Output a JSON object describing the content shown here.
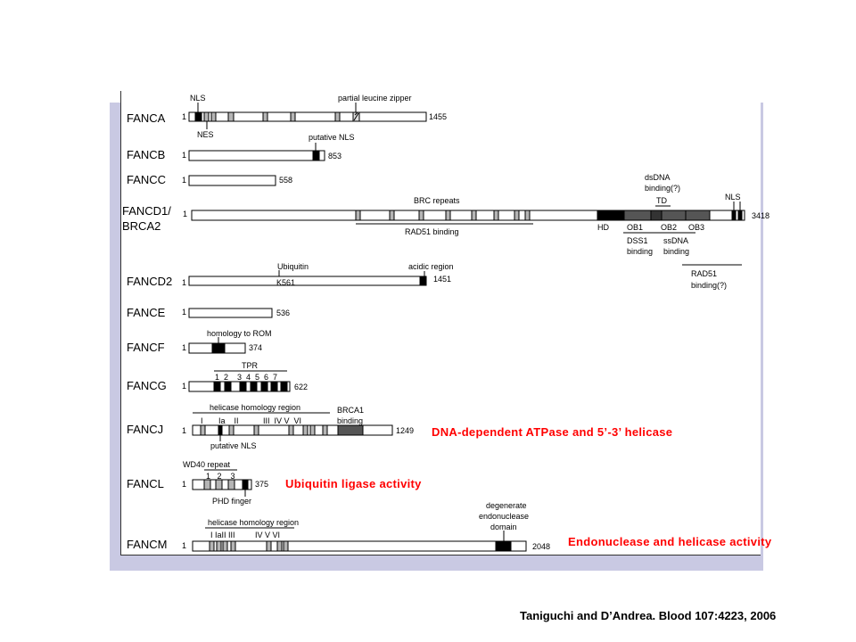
{
  "proteins": [
    {
      "id": "fanca",
      "name": "FANCA",
      "start_label": "1",
      "end_label": "1455",
      "annotations": [
        {
          "id": "nls",
          "text": "NLS"
        },
        {
          "id": "nes",
          "text": "NES"
        },
        {
          "id": "zipper",
          "text": "partial leucine zipper"
        }
      ]
    },
    {
      "id": "fancb",
      "name": "FANCB",
      "start_label": "1",
      "end_label": "853",
      "annotations": [
        {
          "id": "putative-nls",
          "text": "putative NLS"
        }
      ]
    },
    {
      "id": "fancc",
      "name": "FANCC",
      "start_label": "1",
      "end_label": "558",
      "annotations": []
    },
    {
      "id": "fancd1",
      "name_line1": "FANCD1/",
      "name_line2": "BRCA2",
      "start_label": "1",
      "end_label": "3418",
      "annotations": [
        {
          "id": "brc",
          "text": "BRC repeats"
        },
        {
          "id": "rad51",
          "text": "RAD51 binding"
        },
        {
          "id": "dsdna1",
          "text": "dsDNA"
        },
        {
          "id": "dsdna2",
          "text": "binding(?)"
        },
        {
          "id": "td",
          "text": "TD"
        },
        {
          "id": "nls",
          "text": "NLS"
        },
        {
          "id": "hd",
          "text": "HD"
        },
        {
          "id": "ob1",
          "text": "OB1"
        },
        {
          "id": "ob2",
          "text": "OB2"
        },
        {
          "id": "ob3",
          "text": "OB3"
        },
        {
          "id": "dss1a",
          "text": "DSS1"
        },
        {
          "id": "dss1b",
          "text": "binding"
        },
        {
          "id": "ssdna1",
          "text": "ssDNA"
        },
        {
          "id": "ssdna2",
          "text": "binding"
        },
        {
          "id": "rad51c1",
          "text": "RAD51"
        },
        {
          "id": "rad51c2",
          "text": "binding(?)"
        }
      ]
    },
    {
      "id": "fancd2",
      "name": "FANCD2",
      "start_label": "1",
      "end_label": "1451",
      "annotations": [
        {
          "id": "ubiquitin",
          "text": "Ubiquitin"
        },
        {
          "id": "k561",
          "text": "K561"
        },
        {
          "id": "acidic",
          "text": "acidic region"
        }
      ]
    },
    {
      "id": "fance",
      "name": "FANCE",
      "start_label": "1",
      "end_label": "536",
      "annotations": []
    },
    {
      "id": "fancf",
      "name": "FANCF",
      "start_label": "1",
      "end_label": "374",
      "annotations": [
        {
          "id": "rom",
          "text": "homology to ROM"
        }
      ]
    },
    {
      "id": "fancg",
      "name": "FANCG",
      "start_label": "1",
      "end_label": "622",
      "annotations": [
        {
          "id": "tpr",
          "text": "TPR"
        },
        {
          "id": "tpr-numbers",
          "text": "1  2    3  4  5  6  7"
        }
      ]
    },
    {
      "id": "fancj",
      "name": "FANCJ",
      "start_label": "1",
      "end_label": "1249",
      "annotations": [
        {
          "id": "helicase",
          "text": "helicase homology region"
        },
        {
          "id": "brca1a",
          "text": "BRCA1"
        },
        {
          "id": "brca1b",
          "text": "binding"
        },
        {
          "id": "motifs",
          "text": "I       Ia    II           III  IV V  VI"
        },
        {
          "id": "putative-nls",
          "text": "putative NLS"
        }
      ]
    },
    {
      "id": "fancl",
      "name": "FANCL",
      "start_label": "1",
      "end_label": "375",
      "annotations": [
        {
          "id": "wd40",
          "text": "WD40 repeat"
        },
        {
          "id": "wd-numbers",
          "text": "1   2    3"
        },
        {
          "id": "phd",
          "text": "PHD finger"
        }
      ]
    },
    {
      "id": "fancm",
      "name": "FANCM",
      "start_label": "1",
      "end_label": "2048",
      "annotations": [
        {
          "id": "helicase",
          "text": "helicase homology region"
        },
        {
          "id": "motifs",
          "text": "I IaII III         IV V VI"
        },
        {
          "id": "degen1",
          "text": "degenerate"
        },
        {
          "id": "degen2",
          "text": "endonuclease"
        },
        {
          "id": "degen3",
          "text": "domain"
        }
      ]
    }
  ],
  "activities": {
    "fancj": "DNA-dependent ATPase and 5’-3’ helicase",
    "fancl": "Ubiquitin ligase activity",
    "fancm": "Endonuclease and helicase activity"
  },
  "citation": "Taniguchi and D’Andrea. Blood 107:4223, 2006",
  "colors": {
    "activity_text": "#ff0000",
    "panel_shadow": "#c9c9e3",
    "domain_black": "#000000",
    "domain_dark_gray": "#555555",
    "domain_light_gray": "#b5b5b5"
  }
}
